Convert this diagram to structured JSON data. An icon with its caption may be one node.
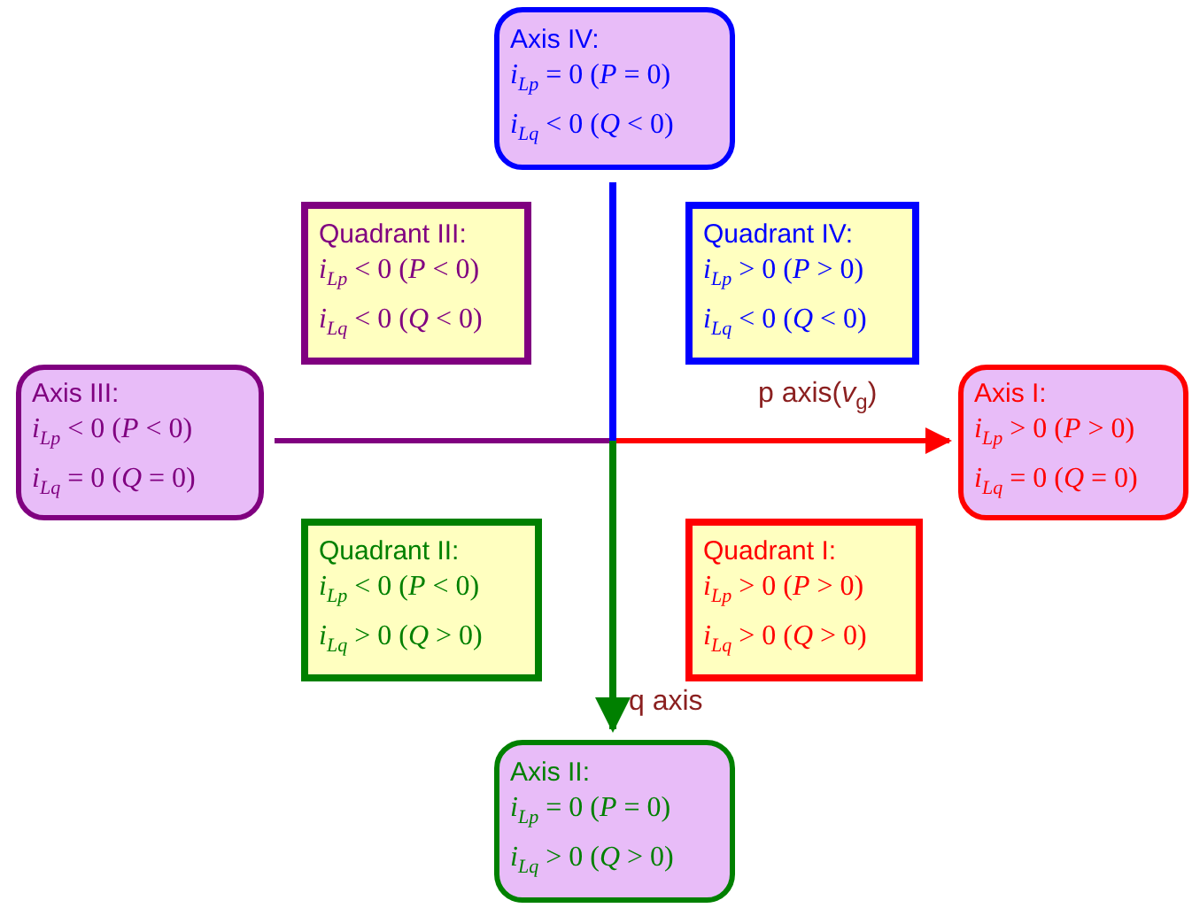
{
  "diagram": {
    "nodes": [
      {
        "text": [
          "Axis IV:",
          "*i*$_{Lp}$ = 0 (*P* = 0)",
          "*i*$_{Lq}$ < 0 (*Q* < 0)"
        ]
      },
      {
        "text": [
          "Quadrant III:",
          "*i*$_{Lp}$ < 0 (*P* < 0)",
          "*i*$_{Lq}$ < 0 (*Q* < 0)"
        ]
      },
      {
        "text": [
          "Quadrant IV:",
          "*i*$_{Lp}$ > 0 (*P* > 0)",
          "*i*$_{Lq}$ < 0 (*Q* < 0)"
        ]
      },
      {
        "text": [
          "Axis III:",
          "*i*$_{Lp}$ < 0 (*P* < 0)",
          "*i*$_{Lq}$ = 0 (*Q* = 0)"
        ]
      },
      {
        "text": [
          "Axis I:",
          "*i*$_{Lp}$ > 0 (*P* > 0)",
          "*i*$_{Lq}$ = 0 (*Q* = 0)"
        ]
      },
      {
        "text": [
          "Quadrant II:",
          "*i*$_{Lp}$ < 0 (*P* < 0)",
          "*i*$_{Lq}$ > 0 (*Q* > 0)"
        ]
      },
      {
        "text": [
          "Quadrant I:",
          "*i*$_{Lp}$ > 0 (*P* > 0)",
          "*i*$_{Lq}$ > 0 (*Q* > 0)"
        ]
      },
      {
        "text": [
          "Axis II:",
          "*i*$_{Lp}$ = 0 (*P* = 0)",
          "*i*$_{Lq}$ > 0 (*Q* > 0)"
        ]
      }
    ],
    "labels": [
      "p axis(*v*$_{g}$)",
      "q axis"
    ]
  }
}
